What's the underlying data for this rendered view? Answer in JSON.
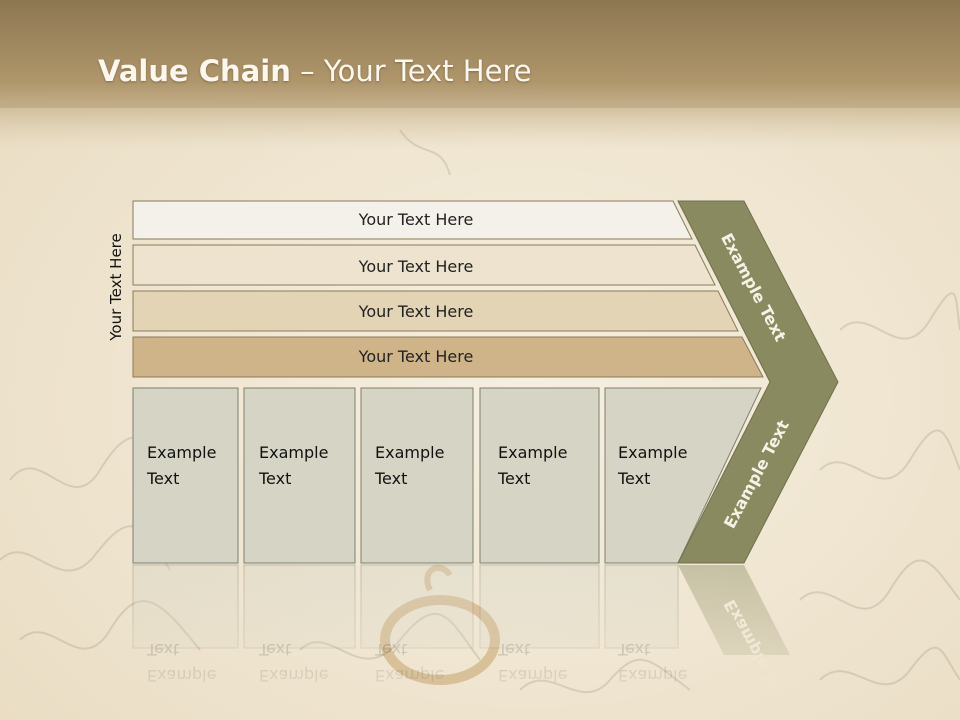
{
  "slide": {
    "title_bold": "Value Chain",
    "title_rest": " – Your Text Here",
    "side_label": "Your Text Here"
  },
  "rows": [
    {
      "label": "Your Text Here",
      "color": "#f3f1ea"
    },
    {
      "label": "Your Text Here",
      "color": "#ede3cf"
    },
    {
      "label": "Your Text Here",
      "color": "#e3d4b5"
    },
    {
      "label": "Your Text Here",
      "color": "#cfb48a"
    }
  ],
  "boxes": [
    {
      "line1": "Example",
      "line2": "Text"
    },
    {
      "line1": "Example",
      "line2": "Text"
    },
    {
      "line1": "Example",
      "line2": "Text"
    },
    {
      "line1": "Example",
      "line2": "Text"
    },
    {
      "line1": "Example",
      "line2": "Text"
    }
  ],
  "chevron": {
    "upper_text": "Example Text",
    "lower_text": "Example Text"
  },
  "colors": {
    "header": "#a08a5c",
    "box_fill": "#d6d5c5",
    "chevron_fill": "#8a8a60",
    "background": "#f1e9d8"
  }
}
